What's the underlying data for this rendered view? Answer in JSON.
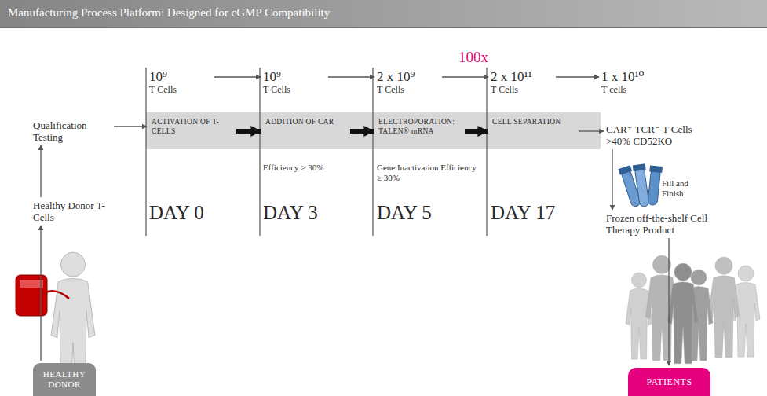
{
  "diagram": {
    "title": "Manufacturing Process Platform: Designed for cGMP Compatibility",
    "nodes": [
      {
        "text": [
          "10⁹",
          "T-Cells"
        ]
      },
      {
        "text": [
          "10⁹",
          "T-Cells"
        ]
      },
      {
        "text": [
          "2 x 10⁹",
          "T-Cells"
        ]
      },
      {
        "text": [
          "2 x 10¹¹",
          "T-Cells"
        ]
      },
      {
        "text": [
          "1 x 10¹⁰",
          "T-cells"
        ]
      },
      {
        "text": [
          "Qualification Testing"
        ]
      },
      {
        "text": [
          "ACTIVATION OF T-CELLS"
        ]
      },
      {
        "text": [
          "ADDITION OF CAR"
        ]
      },
      {
        "text": [
          "ELECTROPORATION: TALEN® mRNA"
        ]
      },
      {
        "text": [
          "CELL SEPARATION"
        ]
      },
      {
        "text": [
          "CAR⁺ TCR⁻ T-Cells >40% CD52KO"
        ]
      },
      {
        "text": [
          "Healthy Donor T-Cells"
        ]
      },
      {
        "text": [
          "Frozen off-the-shelf Cell Therapy Product"
        ]
      },
      {
        "text": [
          "HEALTHY DONOR"
        ]
      },
      {
        "text": [
          "PATIENTS"
        ]
      }
    ],
    "edges": [
      {
        "from": 0,
        "to": 1,
        "arrow": "to"
      },
      {
        "from": 1,
        "to": 2,
        "arrow": "to"
      },
      {
        "from": 2,
        "to": 3,
        "label": "100x",
        "arrow": "to"
      },
      {
        "from": 3,
        "to": 4,
        "arrow": "to"
      },
      {
        "from": 5,
        "to": 6,
        "arrow": "to"
      },
      {
        "from": 6,
        "to": 7,
        "arrow": "to"
      },
      {
        "from": 7,
        "to": 8,
        "arrow": "to"
      },
      {
        "from": 8,
        "to": 9,
        "arrow": "to"
      },
      {
        "from": 9,
        "to": 10,
        "arrow": "to"
      },
      {
        "from": 11,
        "to": 5,
        "arrow": "to"
      },
      {
        "from": 13,
        "to": 11,
        "arrow": "to"
      },
      {
        "from": 10,
        "to": 12,
        "arrow": "to"
      },
      {
        "from": 12,
        "to": 14,
        "arrow": "to"
      }
    ],
    "labels": [
      "Efficiency ≥ 30%",
      "Gene Inactivation Efficiency ≥ 30%",
      "DAY 0",
      "DAY 3",
      "DAY 5",
      "DAY 17",
      "Fill and Finish"
    ]
  }
}
